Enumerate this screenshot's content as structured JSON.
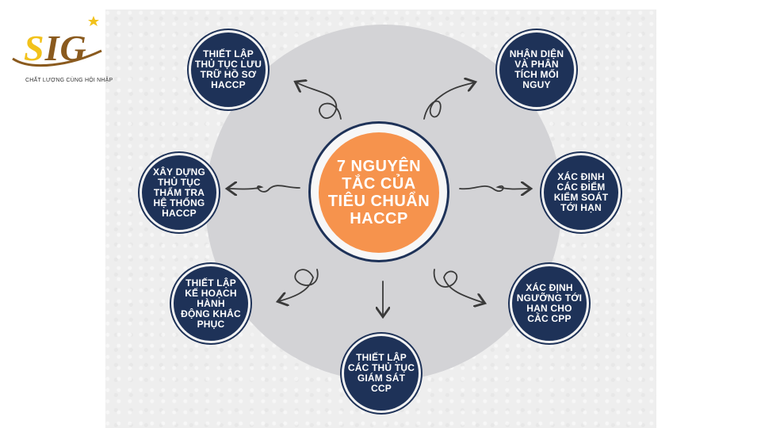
{
  "logo": {
    "wordmark": "SIG",
    "tagline": "CHẤT LƯỢNG CÙNG HỘI NHẬP",
    "colors": {
      "gold": "#f2c21b",
      "brown": "#8a5a1e"
    }
  },
  "diagram": {
    "center_label": "7 NGUYÊN\nTẮC CỦA\nTIÊU CHUẨN\nHACCP",
    "nodes": [
      {
        "id": "n1",
        "label": "NHẬN DIỆN\nVÀ PHÂN\nTÍCH MỐI\nNGUY"
      },
      {
        "id": "n2",
        "label": "XÁC ĐỊNH\nCÁC ĐIỂM\nKIỂM SOÁT\nTỚI HẠN"
      },
      {
        "id": "n3",
        "label": "XÁC ĐỊNH\nNGƯỠNG TỚI\nHẠN CHO\nCÁC CPP"
      },
      {
        "id": "n4",
        "label": "THIẾT LẬP\nCÁC THỦ TỤC\nGIÁM SÁT\nCCP"
      },
      {
        "id": "n5",
        "label": "THIẾT LẬP\nKẾ HOẠCH\nHÀNH\nĐỘNG KHẮC\nPHỤC"
      },
      {
        "id": "n6",
        "label": "XÂY DỰNG\nTHỦ TỤC\nTHẨM TRA\nHỆ THỐNG\nHACCP"
      },
      {
        "id": "n7",
        "label": "THIẾT LẬP\nTHỦ TỤC LƯU\nTRỮ HỒ SƠ\nHACCP"
      }
    ],
    "colors": {
      "navy": "#1e3258",
      "orange": "#f6934d",
      "ring": "#d3d3d6"
    }
  }
}
